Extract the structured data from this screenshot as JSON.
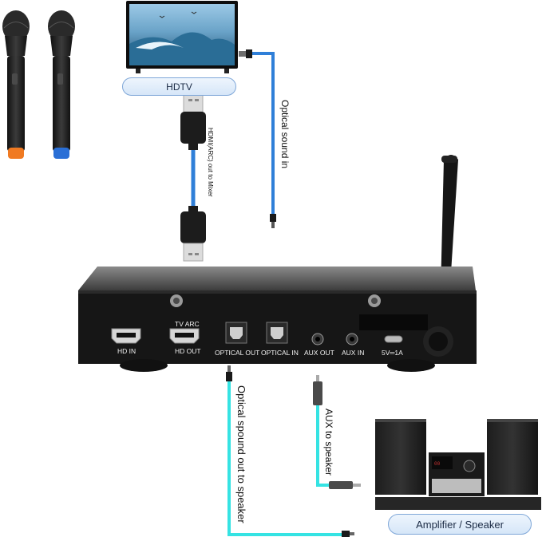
{
  "labels": {
    "hdtv": "HDTV",
    "amplifier": "Amplifier / Speaker",
    "optical_in_cable": "Optical sound in",
    "hdmi_cable": "HDMI(ARC) out to Mixer",
    "optical_out_cable": "Optical spound out to speaker",
    "aux_cable": "AUX to speaker"
  },
  "ports": {
    "hd_in": "HD  IN",
    "tv_arc": "TV ARC",
    "hd_out": "HD  OUT",
    "optical_out": "OPTICAL OUT",
    "optical_in": "OPTICAL IN",
    "aux_out": "AUX OUT",
    "aux_in": "AUX IN",
    "power": "5V═1A"
  },
  "colors": {
    "cable_blue": "#2f7fd8",
    "cable_cyan": "#35e3e3",
    "device_body": "#1a1a1a",
    "pill_border": "#7fa7d8"
  }
}
